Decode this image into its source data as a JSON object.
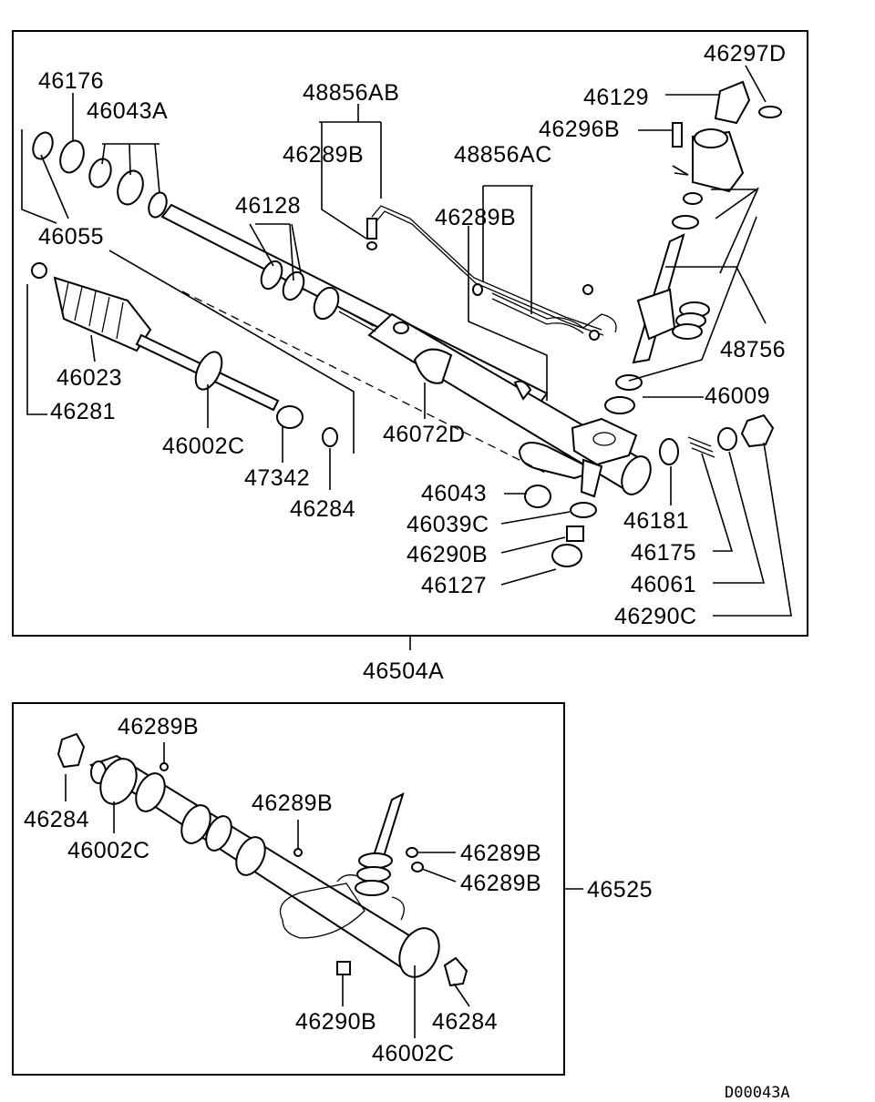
{
  "diagram_code": "D00043A",
  "assemblies": {
    "gear_assembly": "46504A",
    "rack_housing": "46525"
  },
  "labels": {
    "l46176": "46176",
    "l46043A": "46043A",
    "l46055": "46055",
    "l48856AB": "48856AB",
    "l46289B_top": "46289B",
    "l46128": "46128",
    "l48856AC": "48856AC",
    "l46289B_mid": "46289B",
    "l46297D": "46297D",
    "l46129": "46129",
    "l46296B": "46296B",
    "l48756": "48756",
    "l46009": "46009",
    "l46023": "46023",
    "l46281": "46281",
    "l46002C_top": "46002C",
    "l47342": "47342",
    "l46284_top": "46284",
    "l46072D": "46072D",
    "l46043": "46043",
    "l46039C": "46039C",
    "l46290B_top": "46290B",
    "l46127": "46127",
    "l46181": "46181",
    "l46175": "46175",
    "l46061": "46061",
    "l46290C": "46290C",
    "b46289B_a": "46289B",
    "b46284_a": "46284",
    "b46002C_a": "46002C",
    "b46289B_b": "46289B",
    "b46289B_c": "46289B",
    "b46289B_d": "46289B",
    "b46290B": "46290B",
    "b46284_b": "46284",
    "b46002C_b": "46002C"
  },
  "icons": {
    "parts": [
      "boot-icon",
      "tie-rod-icon",
      "rack-housing-icon",
      "pinion-icon",
      "valve-body-icon",
      "pipe-icon",
      "seal-ring-icon",
      "bushing-icon",
      "spring-icon",
      "nut-icon",
      "clamp-icon"
    ]
  }
}
